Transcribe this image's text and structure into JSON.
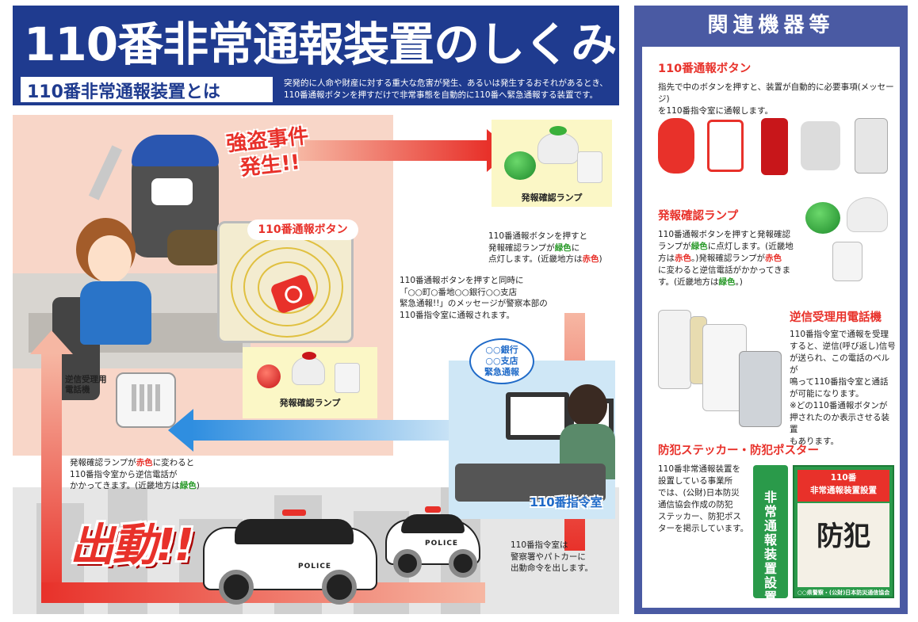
{
  "header": {
    "title": "110番非常通報装置のしくみ",
    "subtitle": "110番非常通報装置とは",
    "description_line1": "突発的に人命や財産に対する重大な危害が発生、あるいは発生するおそれがあるとき、",
    "description_line2": "110番通報ボタンを押すだけで非常事態を自動的に110番へ緊急通報する装置です。"
  },
  "illustration": {
    "incident_line1": "強盗事件",
    "incident_line2": "発生!!",
    "zoom_label": "110番通報ボタン",
    "lamp_label_top": "発報確認ランプ",
    "lamp_label_bottom": "発報確認ランプ",
    "phone_label_line1": "逆信受理用",
    "phone_label_line2": "電話機",
    "bubble_line1": "○○銀行",
    "bubble_line2": "○○支店",
    "bubble_line3": "緊急通報",
    "hq_label": "110番指令室",
    "dispatch": "出動!!",
    "police_text": "POLICE",
    "note_lamp": {
      "line1": "110番通報ボタンを押すと",
      "line2a": "発報確認ランプが",
      "green": "緑色",
      "line2b": "に",
      "line3a": "点灯します。(近畿地方は",
      "red": "赤色",
      "line3b": ")"
    },
    "note_message": {
      "line1": "110番通報ボタンを押すと同時に",
      "line2": "「○○町○番地○○銀行○○支店",
      "line3": "緊急通報!!」のメッセージが警察本部の",
      "line4": "110番指令室に通報されます。"
    },
    "note_callback": {
      "line1a": "発報確認ランプが",
      "red": "赤色",
      "line1b": "に変わると",
      "line2": "110番指令室から逆信電話が",
      "line3a": "かかってきます。(近畿地方は",
      "green": "緑色",
      "line3b": ")"
    },
    "note_dispatch": {
      "line1": "110番指令室は",
      "line2": "警察署やパトカーに",
      "line3": "出動命令を出します。"
    }
  },
  "panel": {
    "title": "関連機器等",
    "section1": {
      "heading": "110番通報ボタン",
      "text_line1": "指先で中のボタンを押すと、装置が自動的に必要事項(メッセージ)",
      "text_line2": "を110番指令室に通報します。"
    },
    "section2": {
      "heading": "発報確認ランプ",
      "t1": "110番通報ボタンを押すと発報確認",
      "t2a": "ランプが",
      "green1": "緑色",
      "t2b": "に点灯します。(近畿地",
      "t3a": "方は",
      "red1": "赤色",
      "t3b": "。)発報確認ランプが",
      "red2": "赤色",
      "t4": "に変わると逆信電話がかかってきま",
      "t5a": "す。(近畿地方は",
      "green2": "緑色",
      "t5b": "。)"
    },
    "section3": {
      "heading": "逆信受理用電話機",
      "line1": "110番指令室で通報を受理",
      "line2": "すると、逆信(呼び返し)信号",
      "line3": "が送られ、この電話のベルが",
      "line4": "鳴って110番指令室と通話",
      "line5": "が可能になります。",
      "line6": "※どの110番通報ボタンが",
      "line7": "押されたのか表示させる装置",
      "line8": "もあります。"
    },
    "section4": {
      "heading": "防犯ステッカー・防犯ポスター",
      "line1": "110番非常通報装置を",
      "line2": "設置している事業所",
      "line3": "では、(公財)日本防災",
      "line4": "通信協会作成の防犯",
      "line5": "ステッカー、防犯ポス",
      "line6": "ターを掲示しています。",
      "sticker_text": "非常通報装置設置",
      "poster_top_line1": "110番",
      "poster_top_line2": "非常通報装置設置",
      "poster_kanji": "防犯",
      "poster_bottom": "○○県警察・(公財)日本防災通信協会"
    }
  },
  "colors": {
    "navy": "#1f3b8f",
    "red": "#e8312a",
    "green": "#2a9a2a",
    "blue": "#2f8ee0",
    "panel": "#4a5aa3"
  }
}
